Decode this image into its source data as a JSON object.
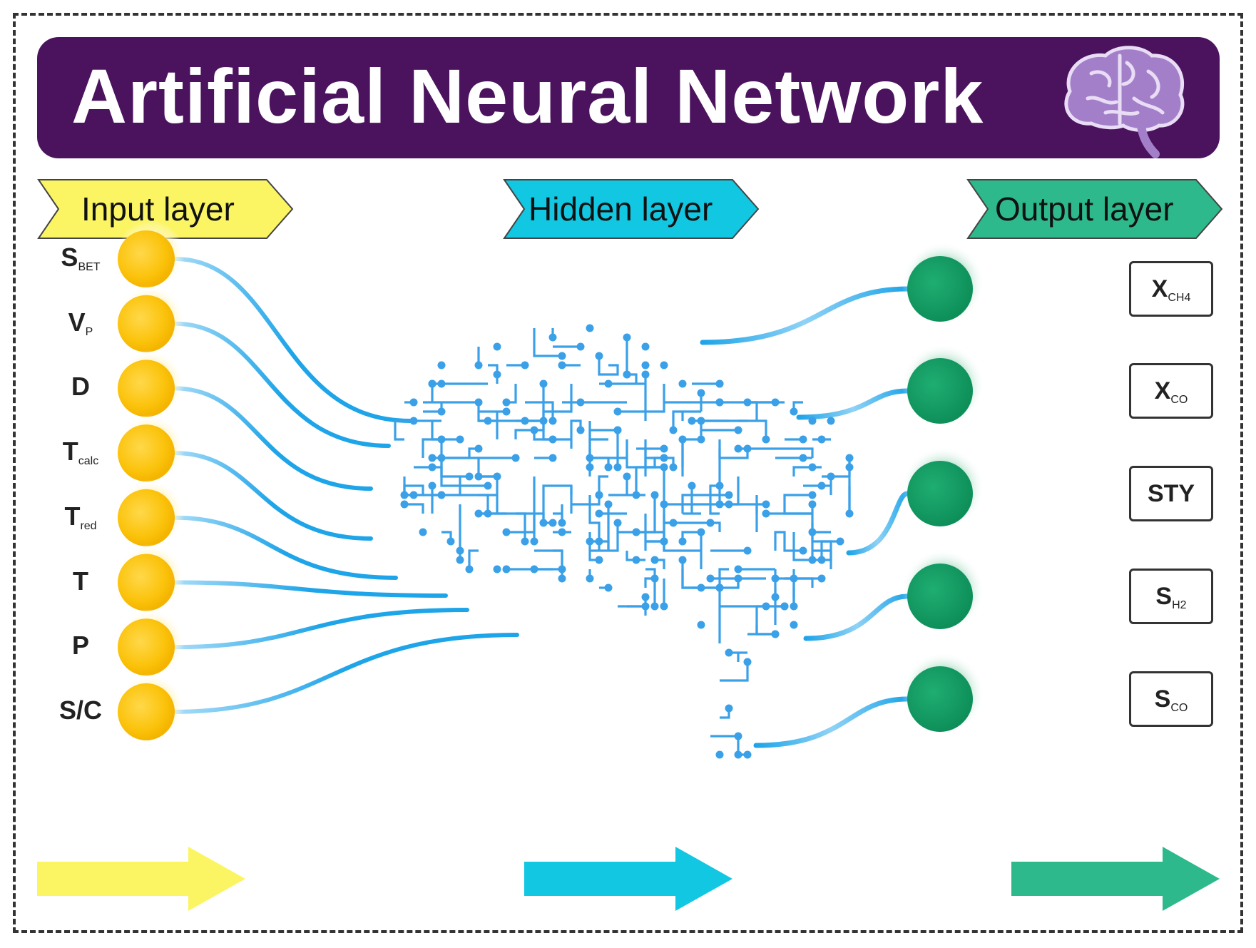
{
  "title": "Artificial Neural Network",
  "colors": {
    "banner": "#4b125e",
    "input": "#fbc30c",
    "input_tag": "#fbf564",
    "hidden_tag": "#11c7e2",
    "output_node": "#129b63",
    "output_tag": "#2db98b",
    "connection": "#1ea4e8",
    "circuit": "#3aa0e8"
  },
  "layers": {
    "input": "Input layer",
    "hidden": "Hidden layer",
    "output": "Output layer"
  },
  "inputs": [
    {
      "main": "S",
      "sub": "BET"
    },
    {
      "main": "V",
      "sub": "P"
    },
    {
      "main": "D",
      "sub": ""
    },
    {
      "main": "T",
      "sub": "calc"
    },
    {
      "main": "T",
      "sub": "red"
    },
    {
      "main": "T",
      "sub": ""
    },
    {
      "main": "P",
      "sub": ""
    },
    {
      "main": "S/C",
      "sub": ""
    }
  ],
  "outputs": [
    {
      "main": "X",
      "sub": "CH4"
    },
    {
      "main": "X",
      "sub": "CO"
    },
    {
      "main": "STY",
      "sub": ""
    },
    {
      "main": "S",
      "sub": "H2"
    },
    {
      "main": "S",
      "sub": "CO"
    }
  ],
  "icons": {
    "brain_logo": "brain-icon",
    "hidden_layer": "circuit-brain-icon",
    "flow": "arrow-right-icon"
  }
}
